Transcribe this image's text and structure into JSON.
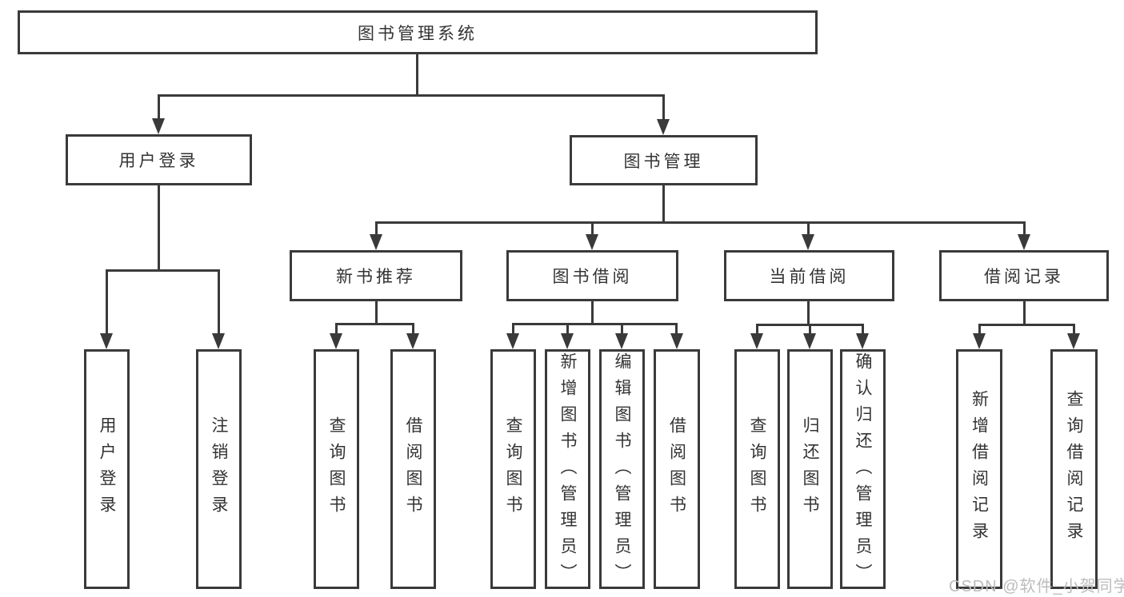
{
  "diagram": {
    "type": "hierarchy-diagram",
    "title": "图书管理系统",
    "watermark": "CSDN @软件_小贺同学",
    "colors": {
      "line": "#3a3a3a",
      "text": "#333333",
      "box_fill": "#ffffff",
      "background": "#ffffff",
      "watermark": "#bcbcbc"
    },
    "nodes": {
      "root": {
        "label": "图书管理系统"
      },
      "user_login": {
        "label": "用户登录"
      },
      "book_mgmt": {
        "label": "图书管理"
      },
      "new_book_rec": {
        "label": "新书推荐"
      },
      "book_borrow": {
        "label": "图书借阅"
      },
      "current_borrow": {
        "label": "当前借阅"
      },
      "borrow_record": {
        "label": "借阅记录"
      },
      "leaf_user_login": {
        "label": "用户登录"
      },
      "leaf_logout": {
        "label": "注销登录"
      },
      "leaf_query_book_1": {
        "label": "查询图书"
      },
      "leaf_borrow_book_1": {
        "label": "借阅图书"
      },
      "leaf_query_book_2": {
        "label": "查询图书"
      },
      "leaf_add_book": {
        "label": "新增图书（管理员）"
      },
      "leaf_edit_book": {
        "label": "编辑图书（管理员）"
      },
      "leaf_borrow_book_2": {
        "label": "借阅图书"
      },
      "leaf_query_book_3": {
        "label": "查询图书"
      },
      "leaf_return_book": {
        "label": "归还图书"
      },
      "leaf_confirm_return": {
        "label": "确认归还（管理员）"
      },
      "leaf_add_record": {
        "label": "新增借阅记录"
      },
      "leaf_query_record": {
        "label": "查询借阅记录"
      }
    },
    "hierarchy": {
      "图书管理系统": {
        "用户登录": [
          "用户登录",
          "注销登录"
        ],
        "图书管理": {
          "新书推荐": [
            "查询图书",
            "借阅图书"
          ],
          "图书借阅": [
            "查询图书",
            "新增图书（管理员）",
            "编辑图书（管理员）",
            "借阅图书"
          ],
          "当前借阅": [
            "查询图书",
            "归还图书",
            "确认归还（管理员）"
          ],
          "借阅记录": [
            "新增借阅记录",
            "查询借阅记录"
          ]
        }
      }
    }
  }
}
